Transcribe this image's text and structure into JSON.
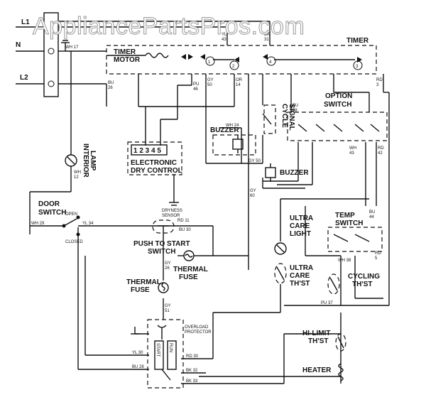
{
  "watermark": "AppliancePartsPros.com",
  "lines": {
    "l1": "L1",
    "n": "N",
    "l2": "L2"
  },
  "components": {
    "timer": "TIMER",
    "timer_motor": [
      "TIMER",
      "MOTOR"
    ],
    "cycle_signal": [
      "CYCLE",
      "SIGNAL"
    ],
    "option_switch": [
      "OPTION",
      "SWITCH"
    ],
    "buzzer_top": "BUZZER",
    "buzzer_mid": "BUZZER",
    "electronic_dry_control": [
      "ELECTRONIC",
      "DRY CONTROL"
    ],
    "edc_terminals": "1 2 3 4 5",
    "interior_lamp": [
      "INTERIOR",
      "LAMP"
    ],
    "door_switch": [
      "DOOR",
      "SWITCH"
    ],
    "door_open": "OPEN",
    "door_closed": "CLOSED",
    "push_to_start": [
      "PUSH TO START",
      "SWITCH"
    ],
    "thermal_fuse_1": [
      "THERMAL",
      "FUSE"
    ],
    "thermal_fuse_2": [
      "THERMAL",
      "FUSE"
    ],
    "overload_protector": [
      "OVERLOAD",
      "PROTECTOR"
    ],
    "ultra_care_light": [
      "ULTRA",
      "CARE",
      "LIGHT"
    ],
    "ultra_care_thst": [
      "ULTRA",
      "CARE",
      "TH'ST"
    ],
    "temp_switch": [
      "TEMP",
      "SWITCH"
    ],
    "cycling_thst": [
      "CYCLING",
      "TH'ST"
    ],
    "hi_limit_thst": [
      "HI-LIMIT",
      "TH'ST"
    ],
    "heater": "HEATER",
    "dryness_sensor": [
      "DRYNESS",
      "SENSOR"
    ],
    "motor_windings": [
      "START",
      "RUN"
    ]
  },
  "terminals": {
    "t1": "1",
    "t2": "2",
    "t3": "3",
    "t4": "4"
  },
  "wire_labels": [
    {
      "id": "yl43",
      "text": [
        "YL",
        "43"
      ]
    },
    {
      "id": "bk31",
      "text": [
        "BK",
        "31"
      ]
    },
    {
      "id": "wh17",
      "text": "WH 17"
    },
    {
      "id": "bu26",
      "text": [
        "BU",
        "26"
      ]
    },
    {
      "id": "pu46",
      "text": [
        "PU",
        "46"
      ]
    },
    {
      "id": "gy50a",
      "text": [
        "GY",
        "50"
      ]
    },
    {
      "id": "or14",
      "text": [
        "OR",
        "14"
      ]
    },
    {
      "id": "rd3",
      "text": [
        "RD",
        "3"
      ]
    },
    {
      "id": "wh24",
      "text": "WH 24"
    },
    {
      "id": "gy50b",
      "text": "GY 50"
    },
    {
      "id": "bu48",
      "text": [
        "BU",
        "48"
      ]
    },
    {
      "id": "wh43",
      "text": [
        "WH",
        "43"
      ]
    },
    {
      "id": "rd42",
      "text": [
        "RD",
        "42"
      ]
    },
    {
      "id": "wh12",
      "text": [
        "WH",
        "12"
      ]
    },
    {
      "id": "wh29",
      "text": "WH 29"
    },
    {
      "id": "yl34",
      "text": "YL 34"
    },
    {
      "id": "rd11",
      "text": "RD 11"
    },
    {
      "id": "bu30",
      "text": "BU 30"
    },
    {
      "id": "gy26",
      "text": [
        "GY",
        "26"
      ]
    },
    {
      "id": "gy51",
      "text": [
        "GY",
        "51"
      ]
    },
    {
      "id": "yl30",
      "text": "YL 30"
    },
    {
      "id": "bu28",
      "text": "BU 28"
    },
    {
      "id": "rd30",
      "text": "RD 30"
    },
    {
      "id": "bk32",
      "text": "BK 32"
    },
    {
      "id": "bk33",
      "text": "BK 33"
    },
    {
      "id": "pu37",
      "text": "PU 37"
    },
    {
      "id": "bu44",
      "text": [
        "BU",
        "44"
      ]
    },
    {
      "id": "wh38",
      "text": "WH 38"
    },
    {
      "id": "rd5",
      "text": [
        "RD",
        "5"
      ]
    },
    {
      "id": "gy60",
      "text": [
        "GY",
        "60"
      ]
    }
  ]
}
